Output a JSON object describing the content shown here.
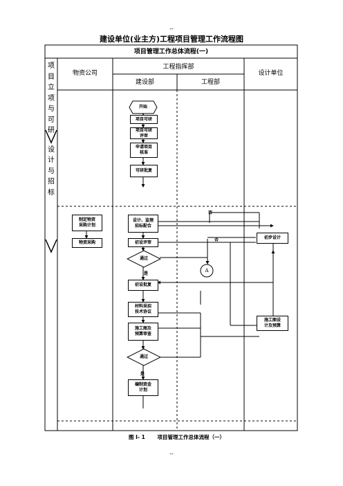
{
  "page": {
    "top_mark": "--",
    "bottom_mark": "--",
    "title": "建设单位(业主方)工程项目管理工作流程图",
    "caption": "图 I- 1　　 项目管理工作总体流程（一）"
  },
  "table": {
    "header": "项目管理工作总体流程(一)",
    "columns": {
      "materials": "物资公司",
      "command": "工程指挥部",
      "construction": "建设部",
      "engineering": "工程部",
      "design": "设计单位"
    },
    "phase_label": [
      "项",
      "目",
      "立",
      "项",
      "与",
      "可",
      "研",
      "设",
      "计",
      "与",
      "招",
      "标"
    ]
  },
  "flow": {
    "start": "开始",
    "feasibility": "项目可研",
    "feasibility_review": [
      "项目可研",
      "评审"
    ],
    "apply_approval": [
      "申请项目",
      "核准"
    ],
    "feasibility_approval": "可研批复",
    "material_plan": [
      "制定物资",
      "采购计划"
    ],
    "material_purchase": "物资采购",
    "design_supervision": [
      "设计、监理",
      "招标配合"
    ],
    "prelim_review": "初设评审",
    "pass1": "通过",
    "prelim_approval": "初设批复",
    "material_tech": [
      "材料采招",
      "技术协议"
    ],
    "construction_review": [
      "施工图及",
      "预算审查"
    ],
    "pass2": "通过",
    "fund_plan": [
      "编制资金",
      "计划"
    ],
    "prelim_design": "初步设计",
    "construction_design": [
      "施工图设",
      "计及预算"
    ],
    "connector": "A",
    "no1": "否",
    "no2": "否",
    "yes1": "是",
    "yes2": "是"
  }
}
